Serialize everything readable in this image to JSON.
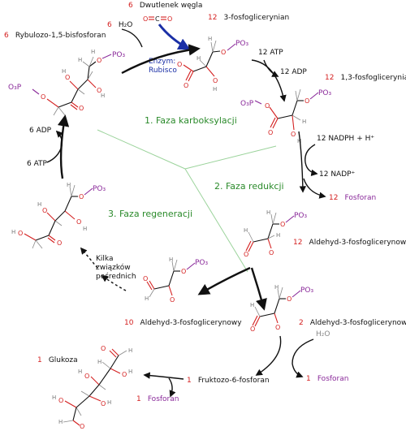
{
  "labels": {
    "dwutlenek": {
      "count": "6",
      "text": "Dwutlenek węgla"
    },
    "h2o": {
      "count": "6",
      "text": "H₂O"
    },
    "ribulozo": {
      "count": "6",
      "text": "Rybulozo-1,5-bisfosforan"
    },
    "pga": {
      "count": "12",
      "text": "3-fosfoglicerynian"
    },
    "atp12": "12 ATP",
    "adp12": "12 ADP",
    "bpg": {
      "count": "12",
      "text": "1,3-fosfoglicerynian"
    },
    "nadph": "12 NADPH + H⁺",
    "nadp": "12 NADP⁺",
    "fosforan12": {
      "count": "12",
      "text": "Fosforan"
    },
    "ald12": {
      "count": "12",
      "text": "Aldehyd-3-fosfoglicerynowy"
    },
    "ald2": {
      "count": "2",
      "text": "Aldehyd-3-fosfoglicerynowy"
    },
    "h2o_small": "H₂O",
    "fosforan1a": {
      "count": "1",
      "text": "Fosforan"
    },
    "fruktozo": {
      "count": "1",
      "text": "Fruktozo-6-fosforan"
    },
    "fosforan1b": {
      "count": "1",
      "text": "Fosforan"
    },
    "glukoza": {
      "count": "1",
      "text": "Glukoza"
    },
    "ald10": {
      "count": "10",
      "text": "Aldehyd-3-fosfoglicerynowy"
    },
    "kilka": [
      "Kilka",
      "związków",
      "pośrednich"
    ],
    "adp6": "6 ADP",
    "atp6": "6 ATP",
    "enzym": [
      "Enzym:",
      "Rubisco"
    ]
  },
  "phases": {
    "faza1": "1. Faza karboksylacji",
    "faza2": "2. Faza redukcji",
    "faza3": "3. Faza regeneracji"
  },
  "atoms": {
    "po3": "PO₃",
    "o3p": "O₃P",
    "o": "O",
    "h": "H",
    "c": "C"
  },
  "colors": {
    "count": "#d42020",
    "phase": "#2a8a2a",
    "enzyme": "#1a2fa6",
    "phosphate": "#8a2a9a"
  }
}
